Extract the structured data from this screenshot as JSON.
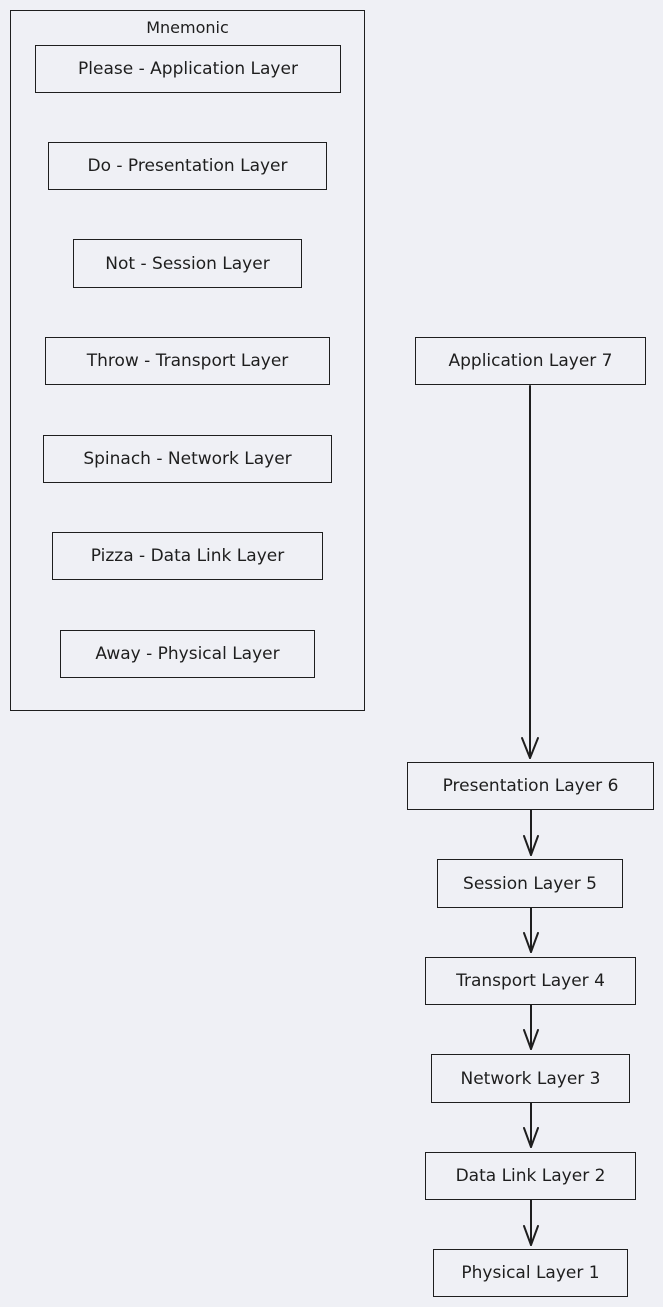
{
  "mnemonic": {
    "title": "Mnemonic",
    "items": [
      "Please - Application Layer",
      "Do - Presentation Layer",
      "Not - Session Layer",
      "Throw - Transport Layer",
      "Spinach - Network Layer",
      "Pizza - Data Link Layer",
      "Away - Physical Layer"
    ]
  },
  "layers": [
    "Application Layer 7",
    "Presentation Layer 6",
    "Session Layer 5",
    "Transport Layer 4",
    "Network Layer 3",
    "Data Link Layer 2",
    "Physical Layer 1"
  ],
  "colors": {
    "background": "#eff0f5",
    "stroke": "#1e1e1e"
  }
}
